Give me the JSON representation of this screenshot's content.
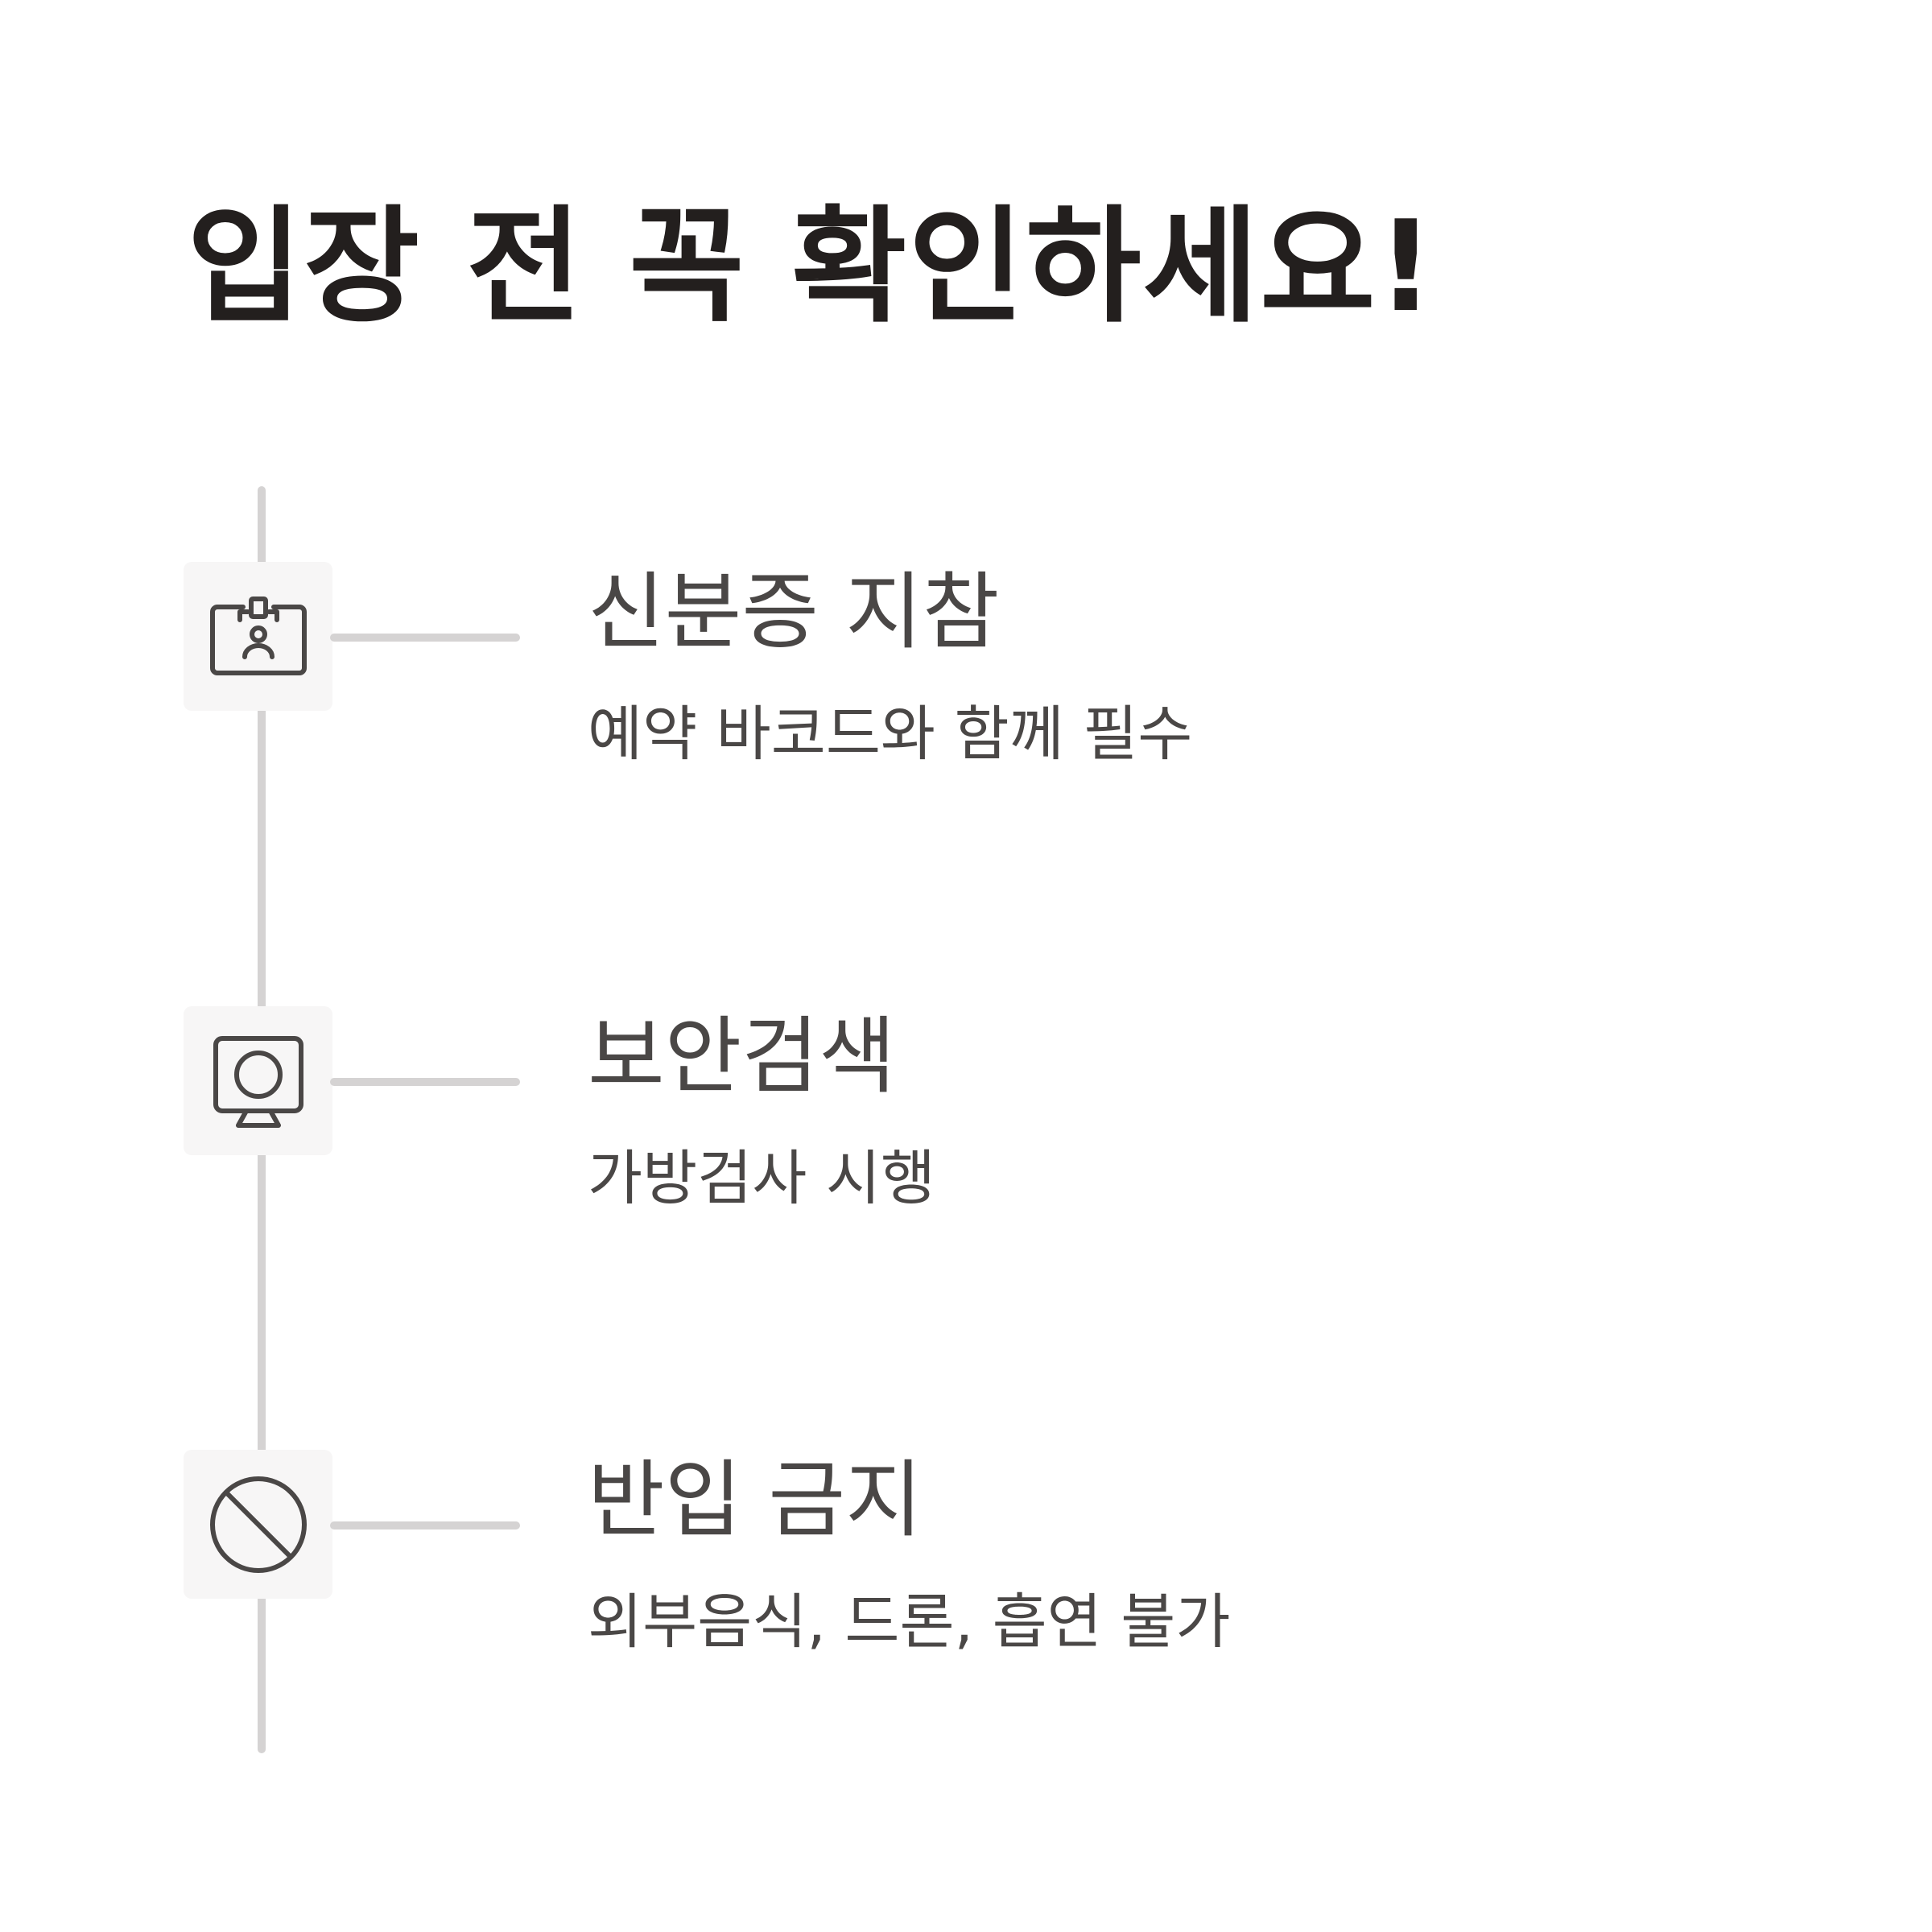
{
  "header": {
    "title": "입장 전 꼭 확인하세요!"
  },
  "colors": {
    "title_text": "#231f1e",
    "body_text": "#4a4746",
    "line": "#d5d3d3",
    "icon_bg": "#f7f6f6",
    "icon_stroke": "#4a4746"
  },
  "checklist": {
    "items": [
      {
        "icon": "id-badge-icon",
        "title": "신분증 지참",
        "description": "예약 바코드와 함께 필수"
      },
      {
        "icon": "security-scanner-icon",
        "title": "보안검색",
        "description": "가방검사 시행"
      },
      {
        "icon": "prohibited-icon",
        "title": "반입 금지",
        "description": "외부음식, 드론, 흡연 불가"
      }
    ]
  }
}
